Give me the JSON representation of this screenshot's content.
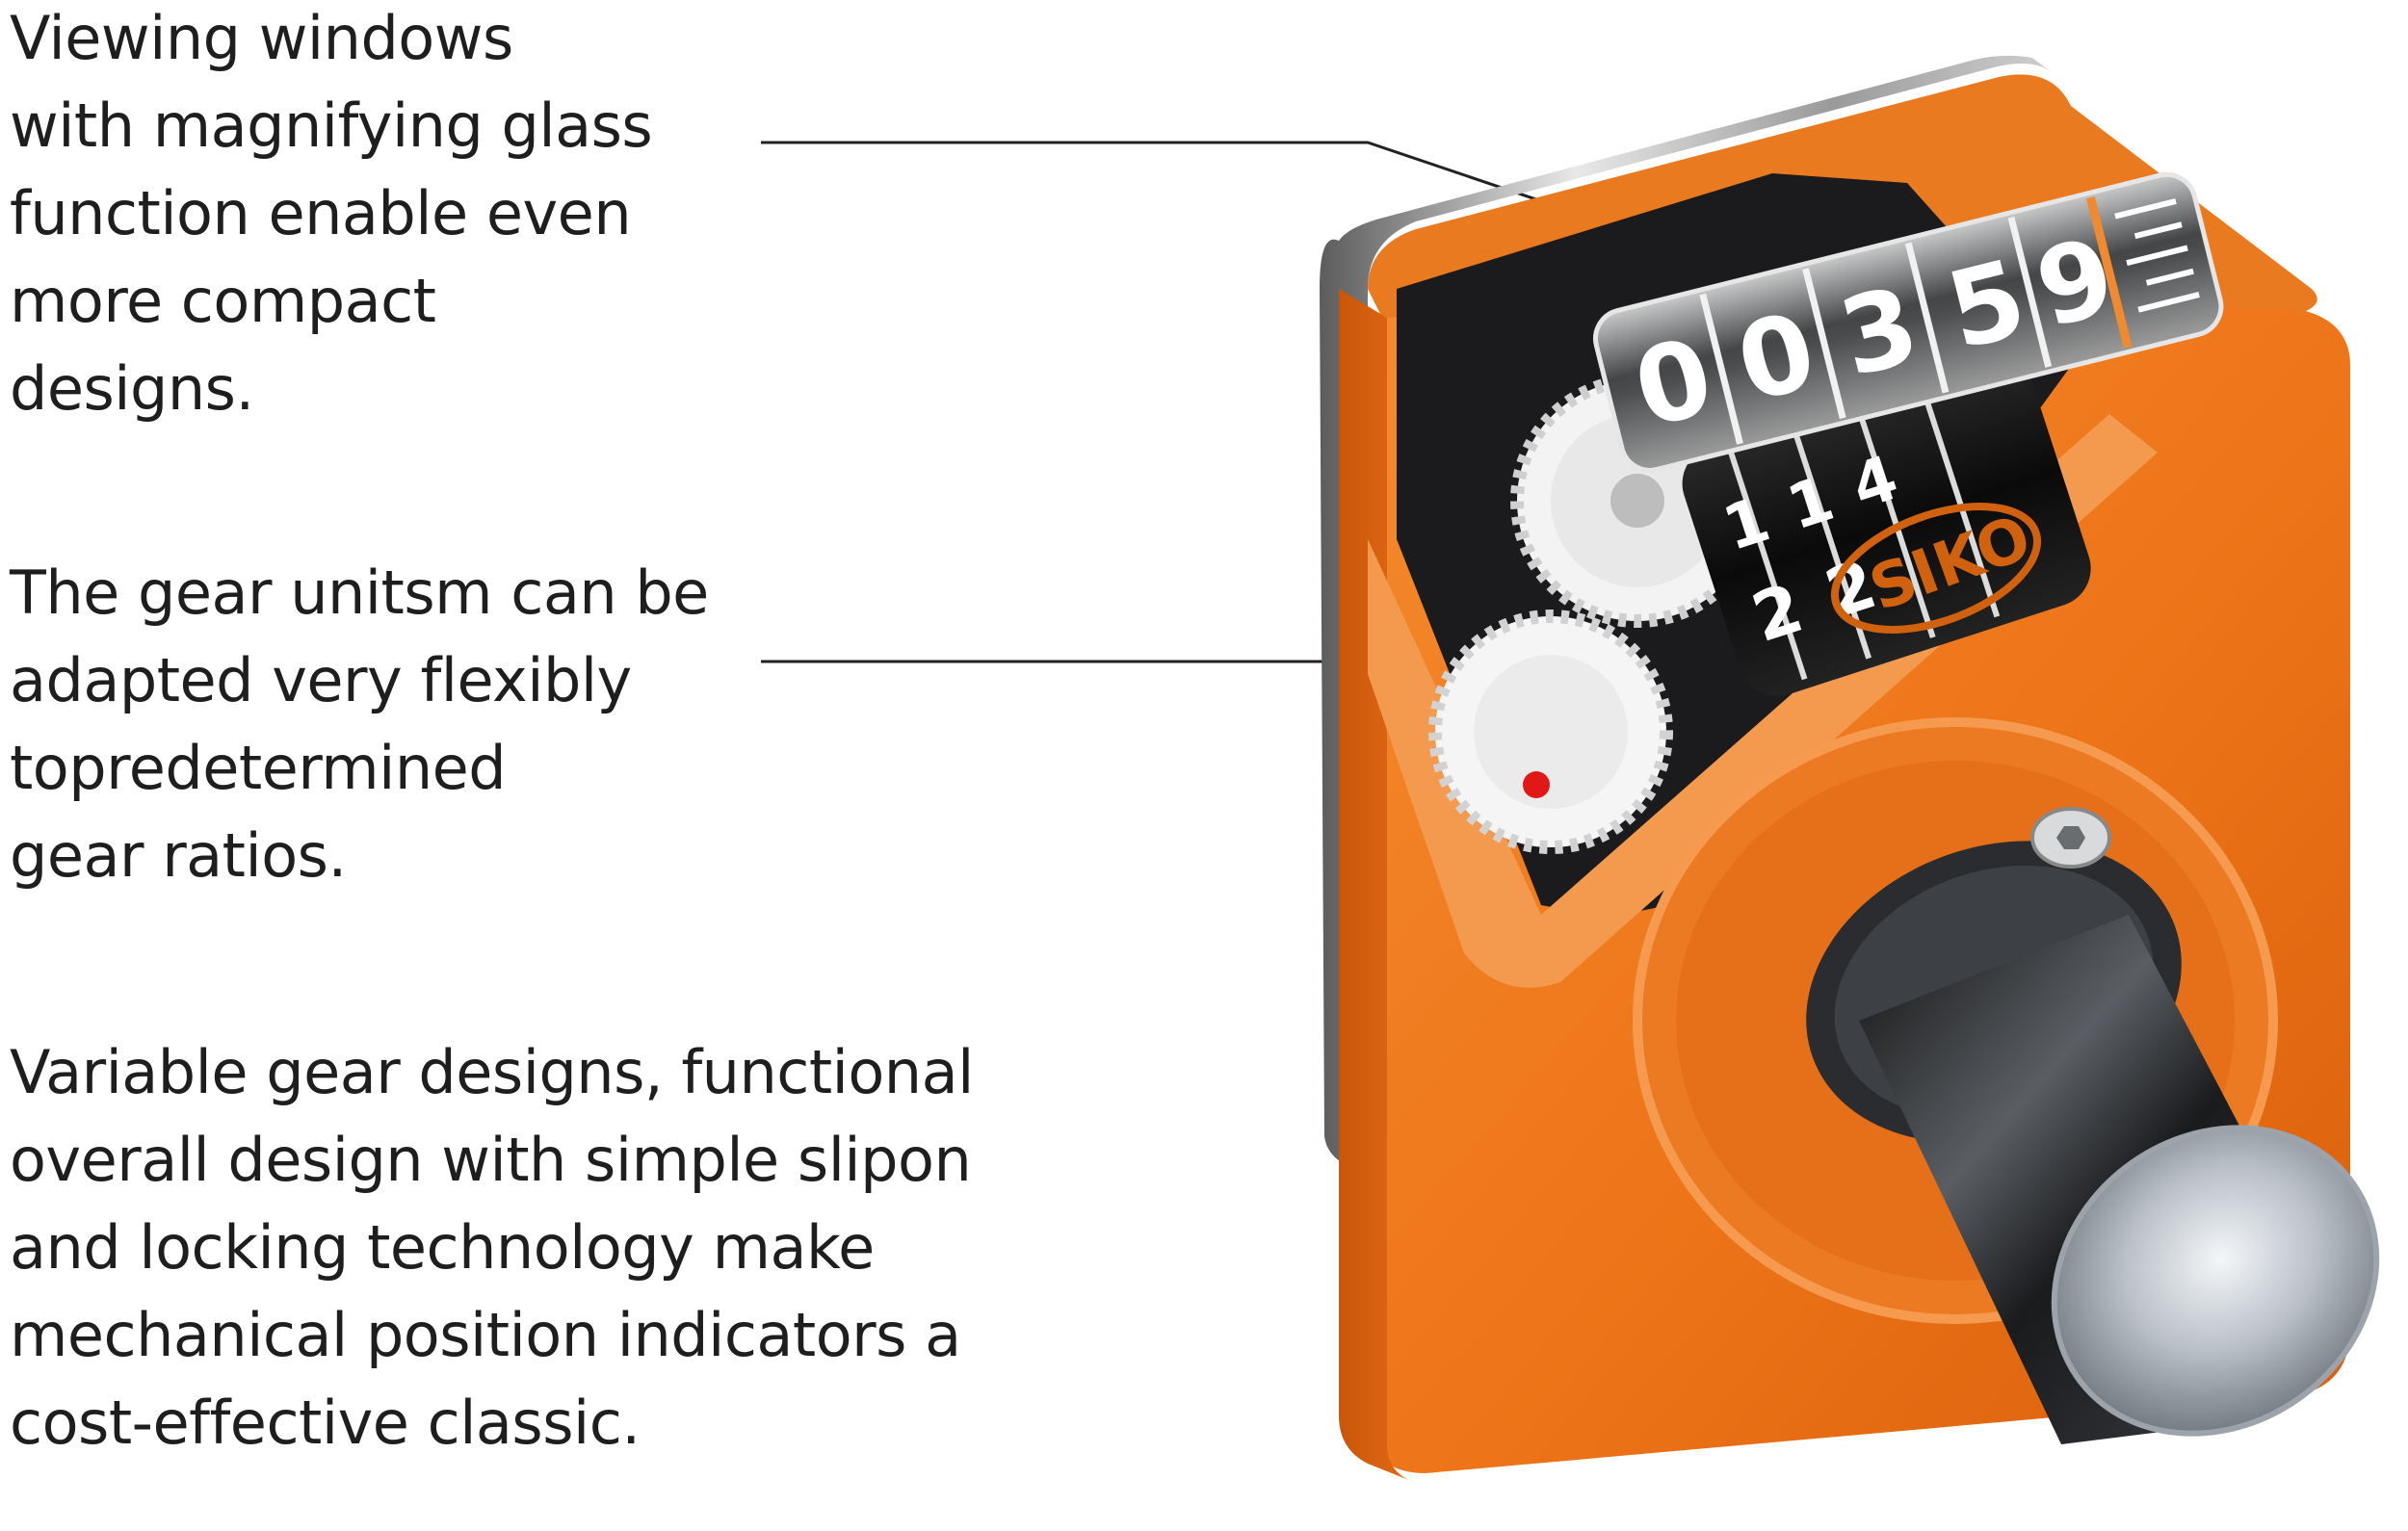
{
  "captions": [
    {
      "id": "viewing-windows",
      "lines": [
        "Viewing windows",
        "with magnifying glass",
        "function enable even",
        "more compact",
        "designs."
      ]
    },
    {
      "id": "gear-units",
      "lines": [
        "The gear unitsm can be",
        "adapted very flexibly",
        "topredetermined",
        "gear ratios."
      ]
    },
    {
      "id": "gear-designs",
      "lines": [
        "Variable gear designs, functional",
        "overall design with simple slipon",
        "and locking technology make",
        "mechanical position indicators a",
        "cost-effective classic."
      ]
    }
  ],
  "counter": {
    "window_digits": [
      "0",
      "0",
      "3",
      "5",
      "9"
    ],
    "lower_digits": [
      "1",
      "1",
      "4",
      "2",
      "2"
    ],
    "brand_logo": "SIKO"
  },
  "colors": {
    "housing_orange": "#f07b1e",
    "housing_dark_orange": "#c8560c",
    "text": "#1e1e1e",
    "leader_line": "#222222"
  }
}
